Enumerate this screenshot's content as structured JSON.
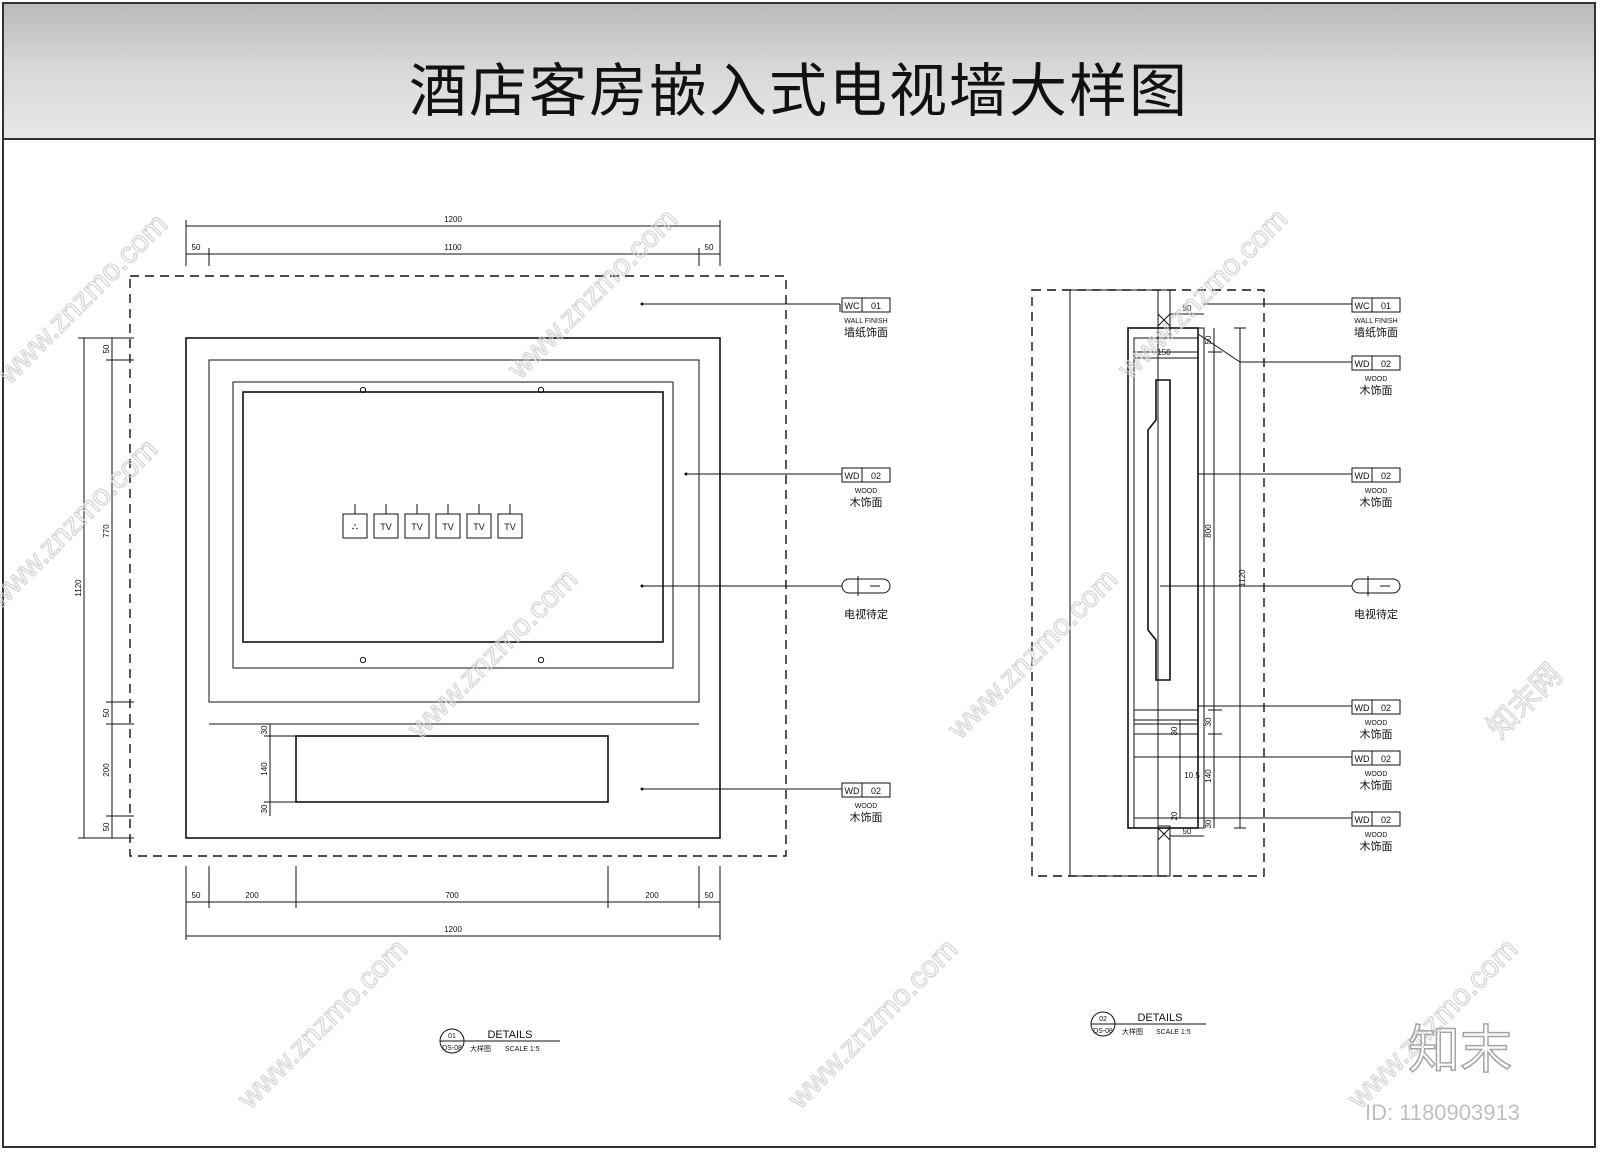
{
  "title": "酒店客房嵌入式电视墙大样图",
  "elevation": {
    "dim_top_total": "1200",
    "dim_top_left": "50",
    "dim_top_mid": "1100",
    "dim_top_right": "50",
    "dim_left_total": "1120",
    "dim_left_top": "50",
    "dim_left_770": "770",
    "dim_left_50b": "50",
    "dim_left_200": "200",
    "dim_left_50c": "50",
    "dim_inner_30a": "30",
    "dim_inner_140": "140",
    "dim_inner_30b": "30",
    "dim_bot_50a": "50",
    "dim_bot_200a": "200",
    "dim_bot_700": "700",
    "dim_bot_200b": "200",
    "dim_bot_50b": "50",
    "dim_bot_total": "1200",
    "outlets": [
      "TV",
      "TV",
      "TV",
      "TV",
      "TV"
    ],
    "socket_symbol": "∴",
    "tags": [
      {
        "code": "WC",
        "num": "01",
        "en": "WALL FINISH",
        "cn": "墙纸饰面"
      },
      {
        "code": "WD",
        "num": "02",
        "en": "WOOD",
        "cn": "木饰面"
      },
      {
        "code": "WD",
        "num": "02",
        "en": "WOOD",
        "cn": "木饰面"
      }
    ],
    "tv_note": "电视待定",
    "detail_num": "01",
    "detail_sheet": "DS-08",
    "detail_title": "DETAILS",
    "detail_sub": "大样图",
    "detail_scale": "SCALE  1:5"
  },
  "section": {
    "dim_50_top": "50",
    "dim_150": "150",
    "dim_50_right": "50",
    "dim_800": "800",
    "dim_1120": "1120",
    "dim_30_a": "30",
    "dim_30_b": "30",
    "dim_140": "140",
    "dim_105": "10.5",
    "dim_30_c": "30",
    "dim_20": "20",
    "dim_50_bot": "50",
    "tags": [
      {
        "code": "WC",
        "num": "01",
        "en": "WALL FINISH",
        "cn": "墙纸饰面"
      },
      {
        "code": "WD",
        "num": "02",
        "en": "WOOD",
        "cn": "木饰面"
      },
      {
        "code": "WD",
        "num": "02",
        "en": "WOOD",
        "cn": "木饰面"
      },
      {
        "code": "WD",
        "num": "02",
        "en": "WOOD",
        "cn": "木饰面"
      },
      {
        "code": "WD",
        "num": "02",
        "en": "WOOD",
        "cn": "木饰面"
      },
      {
        "code": "WD",
        "num": "02",
        "en": "WOOD",
        "cn": "木饰面"
      }
    ],
    "tv_note": "电视待定",
    "detail_num": "02",
    "detail_sheet": "DS-08",
    "detail_title": "DETAILS",
    "detail_sub": "大样图",
    "detail_scale": "SCALE  1:5"
  },
  "watermark": {
    "url": "www.znzmo.com",
    "brand": "知末网",
    "logo": "知末",
    "id": "ID: 1180903913"
  }
}
